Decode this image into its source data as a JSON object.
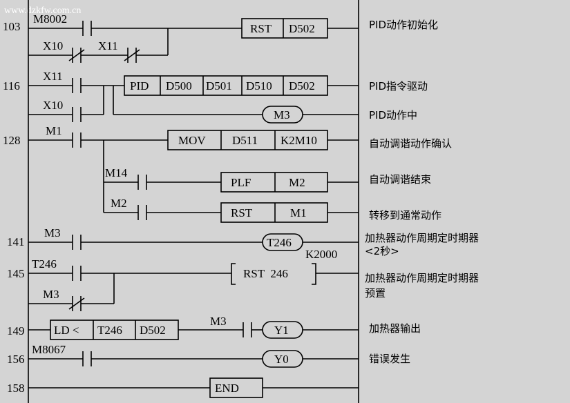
{
  "watermark": "www.dzkfw.com.cn",
  "steps": [
    "103",
    "116",
    "128",
    "141",
    "145",
    "149",
    "156",
    "158"
  ],
  "contacts": {
    "m8002": "M8002",
    "x10_nc": "X10",
    "x11_nc": "X11",
    "x11_no": "X11",
    "x10_no": "X10",
    "m1": "M1",
    "m14": "M14",
    "m2": "M2",
    "m3_a": "M3",
    "t246": "T246",
    "m3_nc": "M3",
    "m3_b": "M3",
    "m8067": "M8067"
  },
  "instructions": {
    "rst1_op": "RST",
    "rst1_arg": "D502",
    "pid_op": "PID",
    "pid_s1": "D500",
    "pid_s2": "D501",
    "pid_s3": "D510",
    "pid_d": "D502",
    "mov_op": "MOV",
    "mov_s": "D511",
    "mov_d": "K2M10",
    "plf_op": "PLF",
    "plf_d": "M2",
    "rst2_op": "RST",
    "rst2_d": "M1",
    "rst3": "RST  246",
    "ld_op": "LD <",
    "ld_s1": "T246",
    "ld_s2": "D502",
    "end": "END"
  },
  "coils": {
    "m3": "M3",
    "t246": "T246",
    "t246_k": "K2000",
    "y1": "Y1",
    "y0": "Y0"
  },
  "comments": {
    "c1": "PID动作初始化",
    "c2": "PID指令驱动",
    "c3": "PID动作中",
    "c4": "自动调谐动作确认",
    "c5": "自动调谐结束",
    "c6": "转移到通常动作",
    "c7a": "加热器动作周期定时期器",
    "c7b": "<2秒>",
    "c8a": "加热器动作周期定时期器",
    "c8b": "预置",
    "c9": "加热器输出",
    "c10": "错误发生"
  }
}
